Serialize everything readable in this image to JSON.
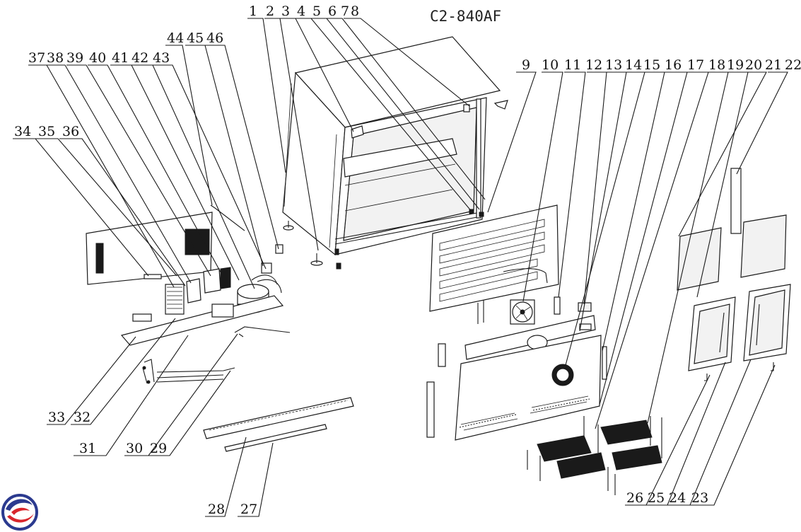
{
  "title": "C2-840AF",
  "callouts": [
    "1",
    "2",
    "3",
    "4",
    "5",
    "6",
    "7",
    "8",
    "9",
    "10",
    "11",
    "12",
    "13",
    "14",
    "15",
    "16",
    "17",
    "18",
    "19",
    "20",
    "21",
    "22",
    "23",
    "24",
    "25",
    "26",
    "27",
    "28",
    "29",
    "30",
    "31",
    "32",
    "33",
    "34",
    "35",
    "36",
    "37",
    "38",
    "39",
    "40",
    "41",
    "42",
    "43",
    "44",
    "45",
    "46"
  ],
  "logo": {
    "name": "brand-logo",
    "colors": [
      "#2b3a8f",
      "#d8262c"
    ]
  }
}
